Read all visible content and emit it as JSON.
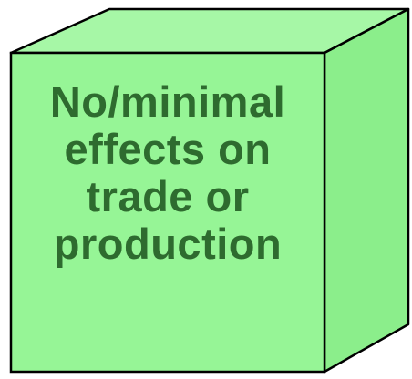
{
  "box": {
    "lines": [
      "No/minimal",
      "effects on",
      "trade or",
      "production"
    ]
  },
  "colors": {
    "front_fill": "#96f596",
    "top_fill": "#a6f7a6",
    "side_fill": "#8bee8b",
    "stroke": "#000000",
    "text": "#2e6b2f"
  }
}
